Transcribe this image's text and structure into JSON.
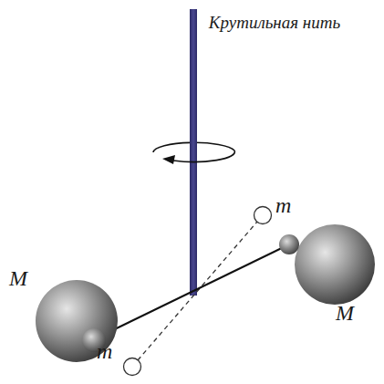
{
  "diagram": {
    "labels": [
      "Крутильная нить",
      "m",
      "M",
      "M",
      "m"
    ]
  }
}
